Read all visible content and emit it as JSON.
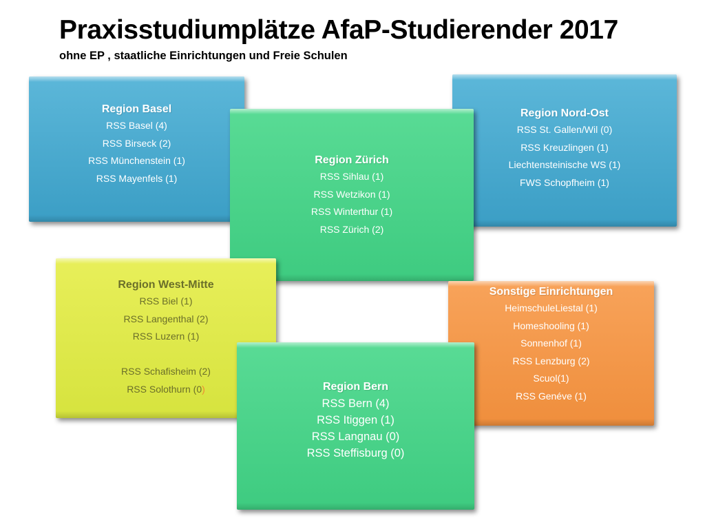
{
  "header": {
    "title": "Praxisstudiumplätze AfaP-Studierender 2017",
    "subtitle": "ohne EP , staatliche Einrichtungen und Freie Schulen"
  },
  "regions": {
    "basel": {
      "title": "Region Basel",
      "items": [
        "RSS Basel (4)",
        "RSS Birseck (2)",
        "RSS Münchenstein (1)",
        "RSS Mayenfels (1)"
      ]
    },
    "zuerich": {
      "title": "Region Zürich",
      "items": [
        "RSS Sihlau (1)",
        "RSS Wetzikon (1)",
        "RSS Winterthur (1)",
        "RSS Zürich (2)"
      ]
    },
    "nordost": {
      "title": "Region Nord-Ost",
      "items": [
        "RSS St. Gallen/Wil (0)",
        "RSS Kreuzlingen (1)",
        "Liechtensteinische WS (1)",
        "FWS Schopfheim (1)"
      ]
    },
    "westmitte": {
      "title": "Region West-Mitte",
      "items": [
        "RSS Biel (1)",
        "RSS Langenthal (2)",
        "RSS Luzern (1)",
        "",
        "RSS Schafisheim (2)"
      ],
      "last_item_prefix": "RSS Solothurn (0",
      "last_item_suffix": ")"
    },
    "sonstige": {
      "title": "Sonstige Einrichtungen",
      "items": [
        "HeimschuleLiestal (1)",
        "Homeshooling (1)",
        "Sonnenhof (1)",
        "RSS  Lenzburg (2)",
        "Scuol(1)",
        "RSS Genéve (1)"
      ]
    },
    "bern": {
      "title": "Region Bern",
      "items": [
        "RSS Bern (4)",
        "RSS Itiggen (1)",
        "RSS Langnau (0)",
        "RSS Steffisburg (0)"
      ]
    }
  },
  "colors": {
    "blue": "#4aaad0",
    "green": "#45d086",
    "yellow": "#dfe84a",
    "orange": "#f29847",
    "olive_text": "#6b6f2a"
  }
}
